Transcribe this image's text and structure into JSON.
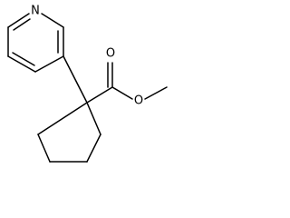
{
  "molecule": {
    "atoms": {
      "nitrogen": "N",
      "oxygen_carbonyl": "O",
      "oxygen_ester": "O"
    }
  }
}
